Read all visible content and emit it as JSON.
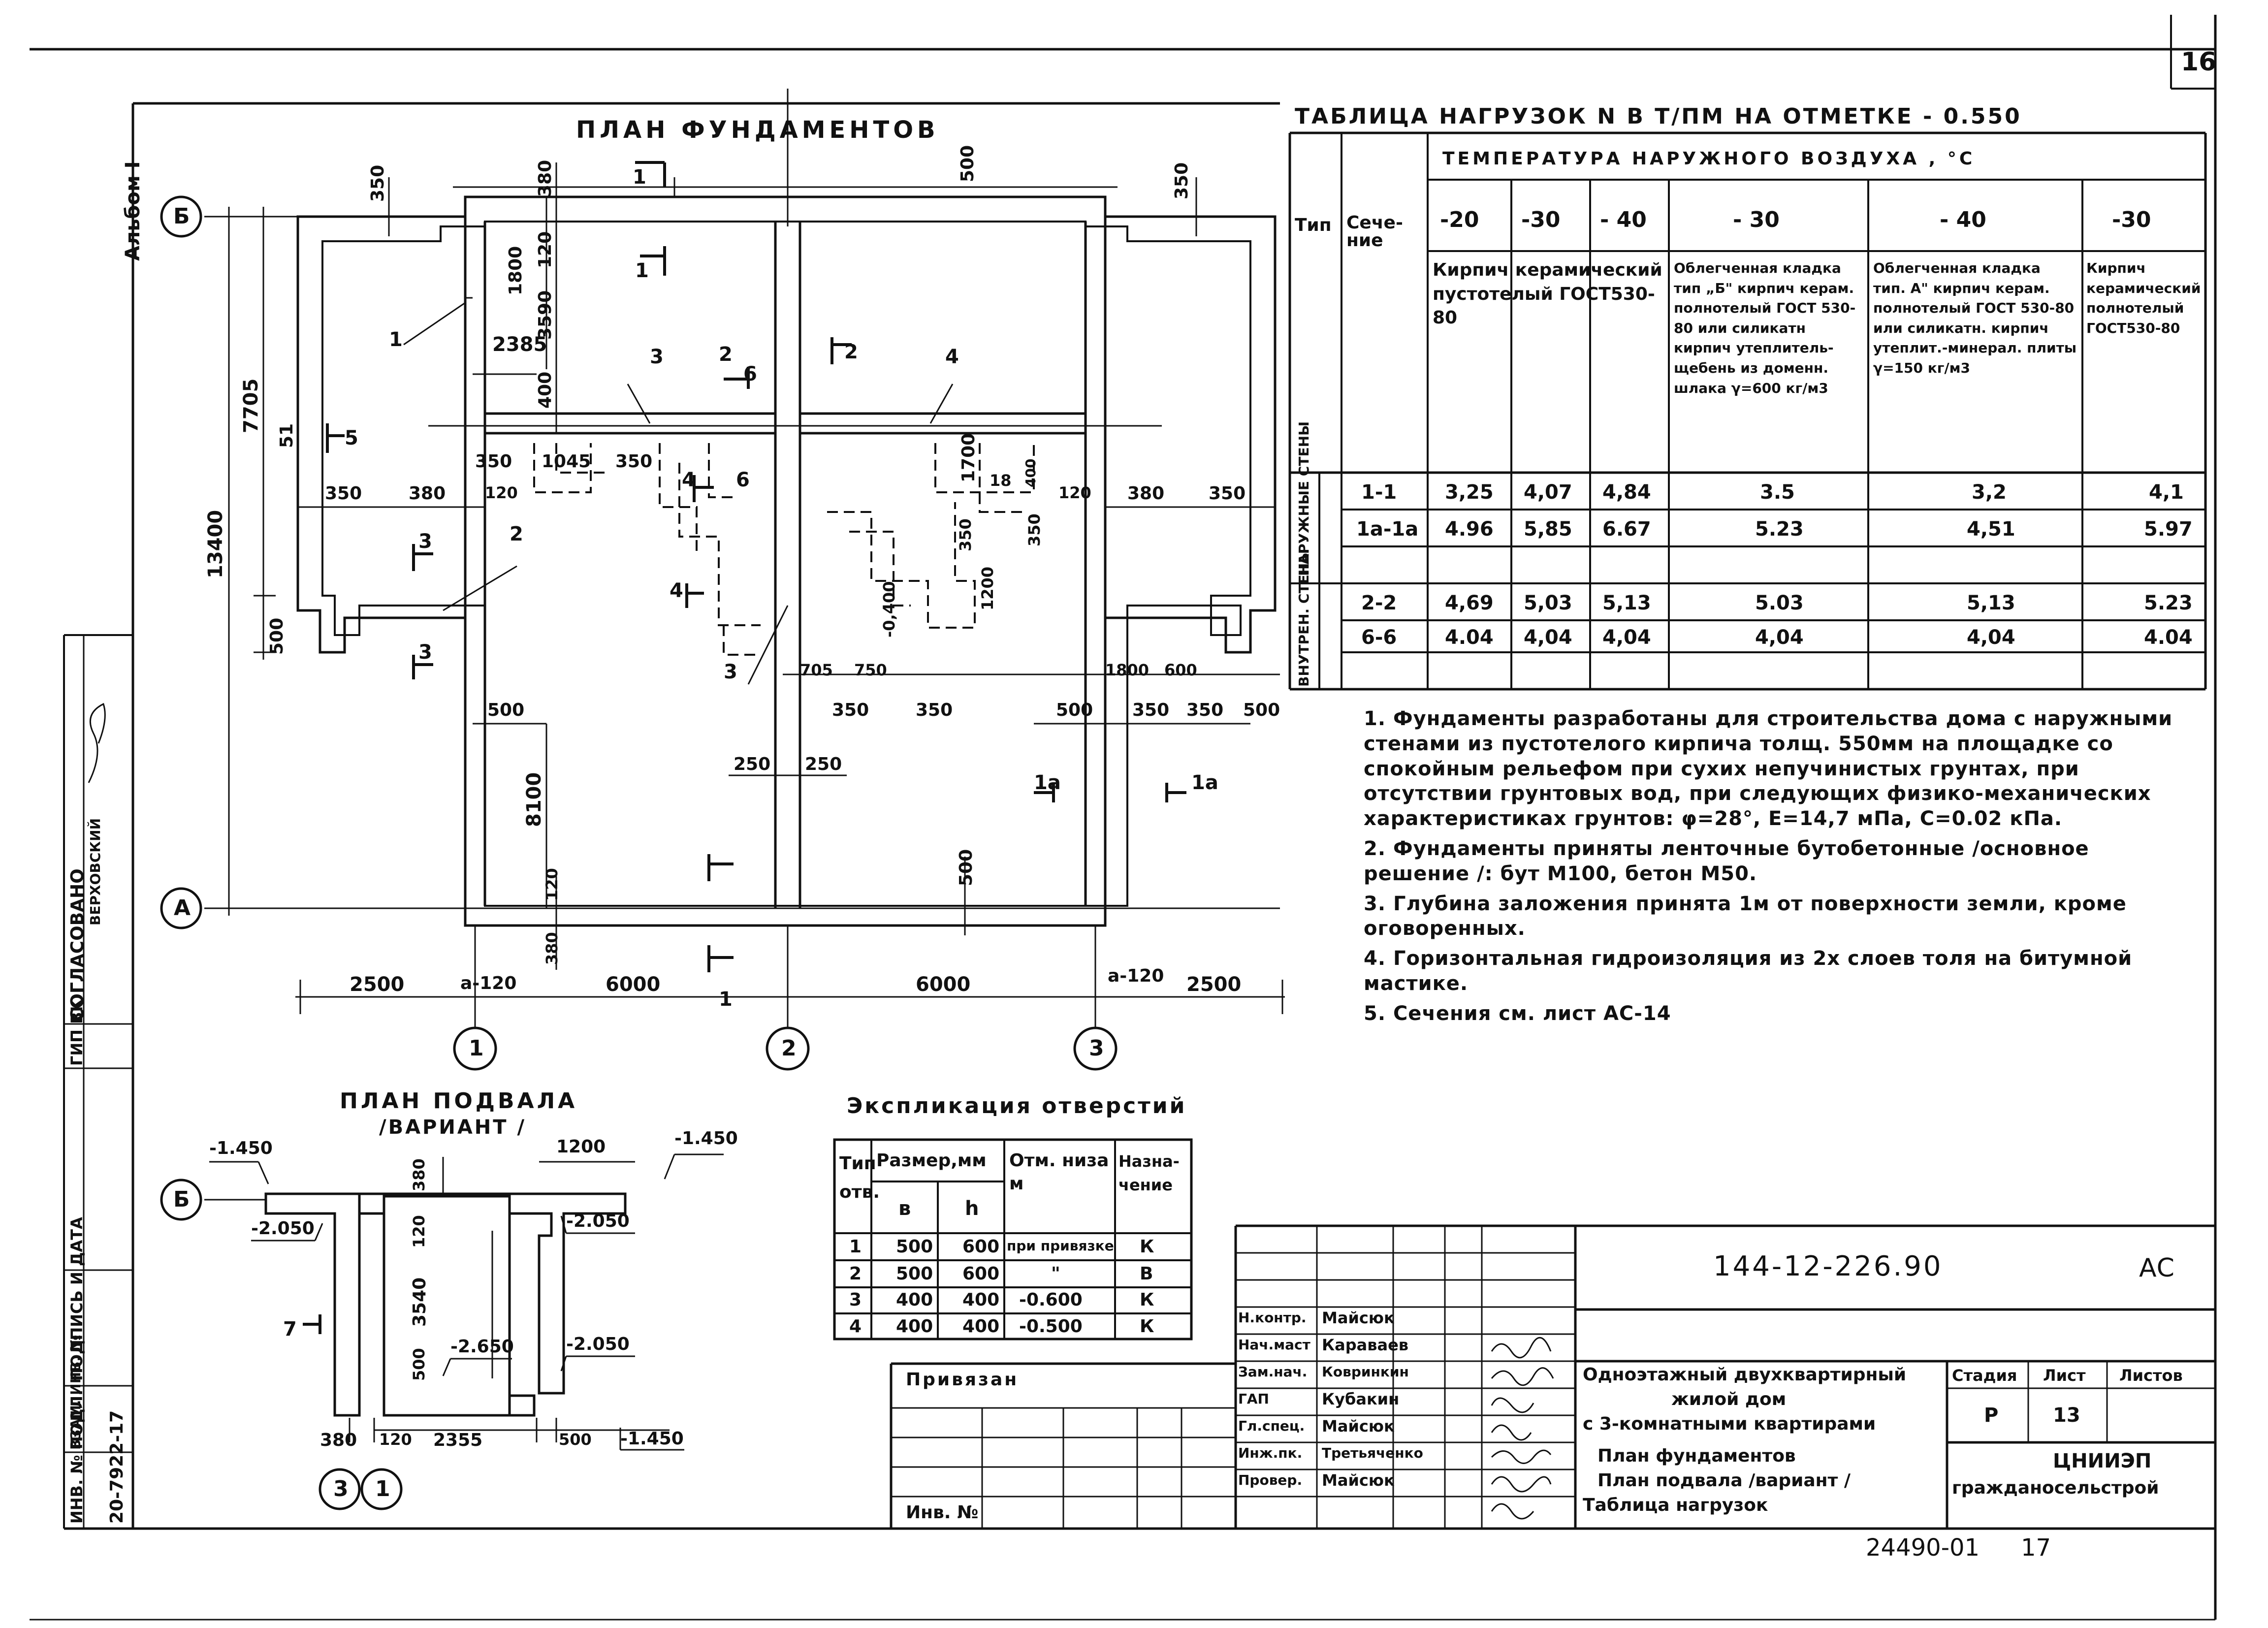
{
  "sheet_number": "16",
  "side_strip": {
    "album": "Альбом I",
    "agreed": "СОГЛАСОВАНО",
    "gip_vk": "ГИП ВК",
    "verkhovsky": "ВЕРХОВСКИЙ",
    "inv_podl": "ИНВ. № ПОДЛ.",
    "podpis_data": "ПОДПИСЬ И ДАТА",
    "vzam_inv": "ВЗАМ. ИНВ. №",
    "inv_number": "20-7922-17"
  },
  "foundation_plan": {
    "title": "ПЛАН ФУНДАМЕНТОВ",
    "axis_rows": [
      "Б",
      "А"
    ],
    "axis_cols": [
      "1",
      "2",
      "3"
    ],
    "dims_bottom": [
      "2500",
      "а-120",
      "6000",
      "6000",
      "а-120",
      "2500"
    ],
    "dim_overall": "13400",
    "dims_left": [
      "7705",
      "51",
      "500"
    ],
    "dims_top": [
      "350",
      "380",
      "500",
      "350",
      "1800",
      "120",
      "3590",
      "400",
      "2385"
    ],
    "dims_mid": [
      "350",
      "380",
      "120",
      "350",
      "1045",
      "350",
      "1700",
      "18",
      "400",
      "120",
      "380",
      "350",
      "350",
      "1200",
      "350",
      "-0,400",
      "705",
      "750",
      "350",
      "350",
      "1800",
      "600",
      "500",
      "350",
      "350",
      "500",
      "500",
      "250",
      "250",
      "8100",
      "120",
      "380",
      "500"
    ],
    "section_marks": [
      "1",
      "1",
      "1",
      "2",
      "2",
      "3",
      "3",
      "4",
      "4",
      "5",
      "6",
      "6",
      "1а",
      "1а"
    ],
    "callouts": [
      "1",
      "2",
      "3",
      "3",
      "4"
    ]
  },
  "basement_plan": {
    "title_line1": "ПЛАН ПОДВАЛА",
    "title_line2": "/ВАРИАНТ /",
    "levels": [
      "-1.450",
      "-1.450",
      "-2.050",
      "-2.050",
      "-2.650",
      "-2.050",
      "-1.450"
    ],
    "dims": [
      "380",
      "1200",
      "120",
      "3540",
      "500",
      "380",
      "120",
      "2355",
      "500"
    ],
    "section": "7",
    "axis_row": "Б",
    "axis_cols": [
      "3",
      "1"
    ]
  },
  "openings_table": {
    "title": "Экспликация отверстий",
    "headers": [
      "Тип отв.",
      "Размер,мм",
      "Отм. низа м",
      "Назна- чение"
    ],
    "subheaders": [
      "в",
      "h"
    ],
    "rows": [
      [
        "1",
        "500",
        "600",
        "при привязке",
        "К"
      ],
      [
        "2",
        "500",
        "600",
        "\"",
        "В"
      ],
      [
        "3",
        "400",
        "400",
        "-0.600",
        "К"
      ],
      [
        "4",
        "400",
        "400",
        "-0.500",
        "К"
      ]
    ]
  },
  "loads_table": {
    "title": "ТАБЛИЦА НАГРУЗОК N В Т/ПМ НА ОТМЕТКЕ - 0.550",
    "col_type": "Тип",
    "col_section": "Сече- ние",
    "temp_header": "ТЕМПЕРАТУРА НАРУЖНОГО ВОЗДУХА , °С",
    "temps": [
      "-20",
      "-30",
      "- 40",
      "- 30",
      "- 40",
      "-30"
    ],
    "materials": [
      "Кирпич керамический пустотелый ГОСТ530-80",
      "Облегченная кладка тип „Б\" кирпич керам. полнотелый ГОСТ 530-80 или силикатн кирпич утеплитель-щебень из доменн. шлака γ=600 кг/м3",
      "Облегченная кладка тип. А\" кирпич керам. полнотелый ГОСТ 530-80 или силикатн. кирпич утеплит.-минерал. плиты γ=150 кг/м3",
      "Кирпич керамический полнотелый ГОСТ530-80"
    ],
    "group_outer": "НАРУЖНЫЕ СТЕНЫ",
    "group_inner": "ВНУТРЕН. СТЕНЫ",
    "rows": [
      [
        "1-1",
        "3,25",
        "4,07",
        "4,84",
        "3.5",
        "3,2",
        "4,1"
      ],
      [
        "1а-1а",
        "4.96",
        "5,85",
        "6.67",
        "5.23",
        "4,51",
        "5.97"
      ],
      [
        "2-2",
        "4,69",
        "5,03",
        "5,13",
        "5.03",
        "5,13",
        "5.23"
      ],
      [
        "6-6",
        "4.04",
        "4,04",
        "4,04",
        "4,04",
        "4,04",
        "4.04"
      ]
    ]
  },
  "notes": [
    "1. Фундаменты разработаны для строительства дома с наружными стенами из пустотелого кирпича толщ. 550мм на площадке со спокойным рельефом при сухих непучинистых грунтах, при отсутствии грунтовых вод, при следующих физико-механических характеристиках грунтов: φ=28°, Е=14,7 мПа, С=0.02 кПа.",
    "2. Фундаменты приняты ленточные бутобетонные /основное решение /: бут М100, бетон М50.",
    "3. Глубина заложения принята 1м от поверхности земли, кроме оговоренных.",
    "4. Горизонтальная гидроизоляция из 2х слоев толя на битумной мастике.",
    "5. Сечения см. лист АС-14"
  ],
  "title_block": {
    "code": "144-12-226.90",
    "stage_code": "АС",
    "project": [
      "Одноэтажный двухквартирный",
      "жилой дом",
      "с 3-комнатными квартирами"
    ],
    "sheet_title": [
      "План фундаментов",
      "План подвала /вариант /",
      "Таблица нагрузок"
    ],
    "stage_hdr": "Стадия",
    "sheet_hdr": "Лист",
    "sheets_hdr": "Листов",
    "stage": "Р",
    "sheet": "13",
    "org": [
      "ЦНИИЭП",
      "гражданосельстрой"
    ],
    "tied": "Привязан",
    "inv_no": "Инв. №",
    "people": [
      [
        "Н.контр.",
        "Майсюк"
      ],
      [
        "Нач.маст",
        "Каравaев"
      ],
      [
        "Зам.нач.",
        "Ковринкин"
      ],
      [
        "ГАП",
        "Кубакин"
      ],
      [
        "Гл.спец.",
        "Майсюк"
      ],
      [
        "Инж.пк.",
        "Третьяченко"
      ],
      [
        "Провер.",
        "Майсюк"
      ]
    ],
    "bottom_code": "24490-01",
    "bottom_num": "17"
  }
}
